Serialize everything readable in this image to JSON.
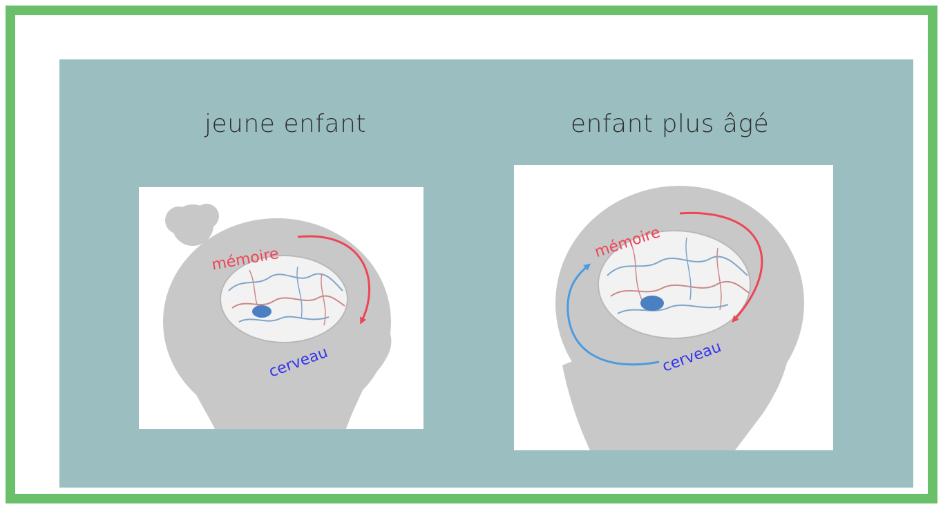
{
  "panels": [
    {
      "title": "jeune enfant",
      "memory_label": "mémoire",
      "brain_label": "cerveau"
    },
    {
      "title": "enfant plus âgé",
      "memory_label": "mémoire",
      "brain_label": "cerveau"
    }
  ],
  "colors": {
    "frame_border": "#6abf6a",
    "panel_background": "#9bbfc1",
    "silhouette": "#c8c8c8",
    "memory_arrow": "#ee4455",
    "brain_label": "#3333ee",
    "brain_arrow": "#4a9be0",
    "hippocampus": "#4a7fc1"
  }
}
